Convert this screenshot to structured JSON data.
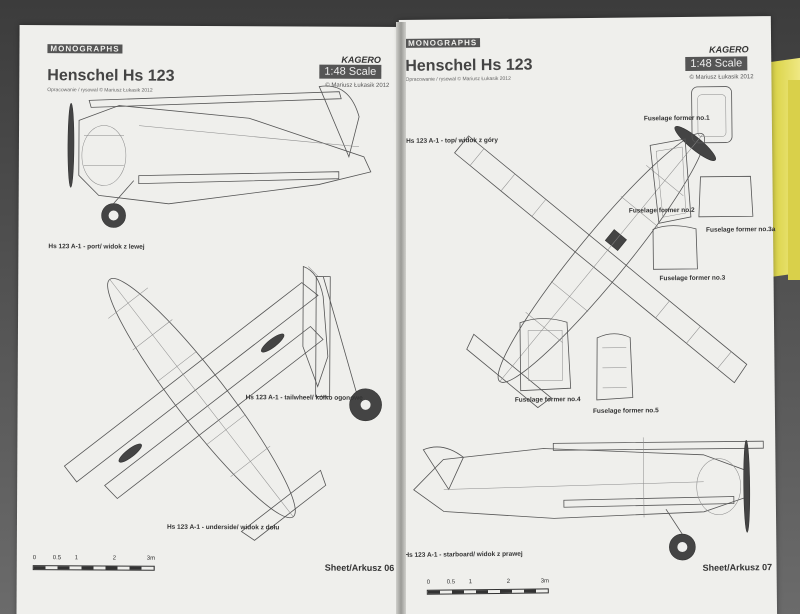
{
  "left_page": {
    "logo": "MONOGRAPHS",
    "title": "Henschel Hs 123",
    "credit": "Opracowanie / rysowal © Mariusz Łukasik 2012",
    "publisher": "KAGERO",
    "scale": "1:48 Scale",
    "copyright": "© Mariusz Łukasik 2012",
    "captions": {
      "port": "Hs 123 A-1 - port/ widok z lewej",
      "tailwheel": "Hs 123 A-1 - tailwheel/ kółko ogonowe",
      "underside": "Hs 123 A-1 - underside/ widok z dołu"
    },
    "ruler_labels": [
      "0",
      "0.5",
      "1",
      "2",
      "3m"
    ],
    "sheet": "Sheet/Arkusz 06"
  },
  "right_page": {
    "logo": "MONOGRAPHS",
    "title": "Henschel Hs 123",
    "credit": "Opracowanie / rysowal © Mariusz Łukasik 2012",
    "publisher": "KAGERO",
    "scale": "1:48 Scale",
    "copyright": "© Mariusz Łukasik 2012",
    "captions": {
      "top": "Hs 123 A-1 - top/ widok z góry",
      "starboard": "Hs 123 A-1 - starboard/ widok z prawej"
    },
    "formers": [
      "Fuselage former no.1",
      "Fuselage former no.2",
      "Fuselage former no.3a",
      "Fuselage former no.3",
      "Fuselage former no.4",
      "Fuselage former no.5"
    ],
    "ruler_labels": [
      "0",
      "0.5",
      "1",
      "2",
      "3m"
    ],
    "sheet": "Sheet/Arkusz 07"
  }
}
